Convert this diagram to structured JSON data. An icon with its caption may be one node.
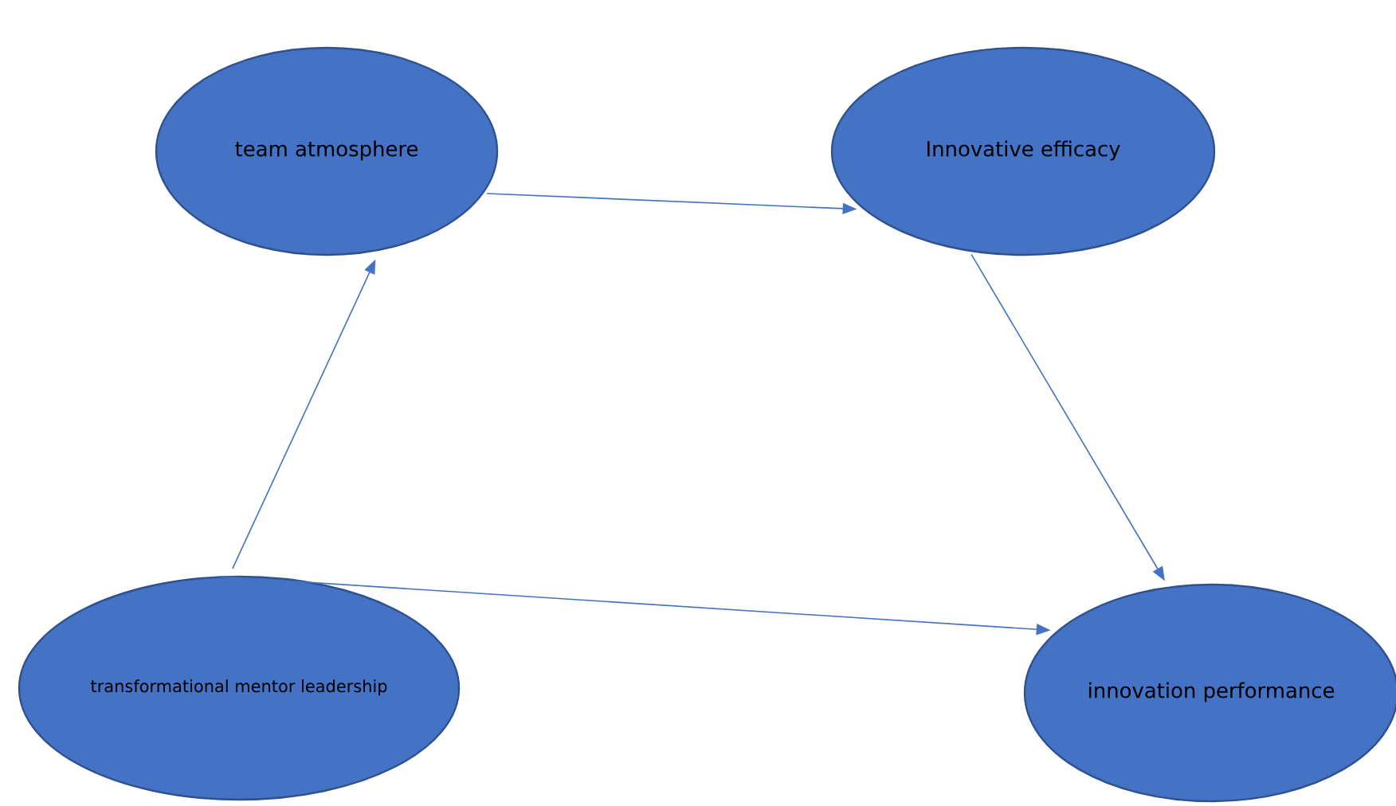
{
  "diagram": {
    "nodes": [
      {
        "text": [
          "team atmosphere"
        ]
      },
      {
        "text": [
          "Innovative efficacy"
        ]
      },
      {
        "text": [
          "transformational mentor leadership"
        ]
      },
      {
        "text": [
          "innovation performance"
        ]
      }
    ],
    "edges": [
      {
        "from": 2,
        "to": 0,
        "arrow": "to"
      },
      {
        "from": 0,
        "to": 1,
        "arrow": "to"
      },
      {
        "from": 1,
        "to": 3,
        "arrow": "to"
      },
      {
        "from": 2,
        "to": 3,
        "arrow": "to"
      }
    ]
  }
}
